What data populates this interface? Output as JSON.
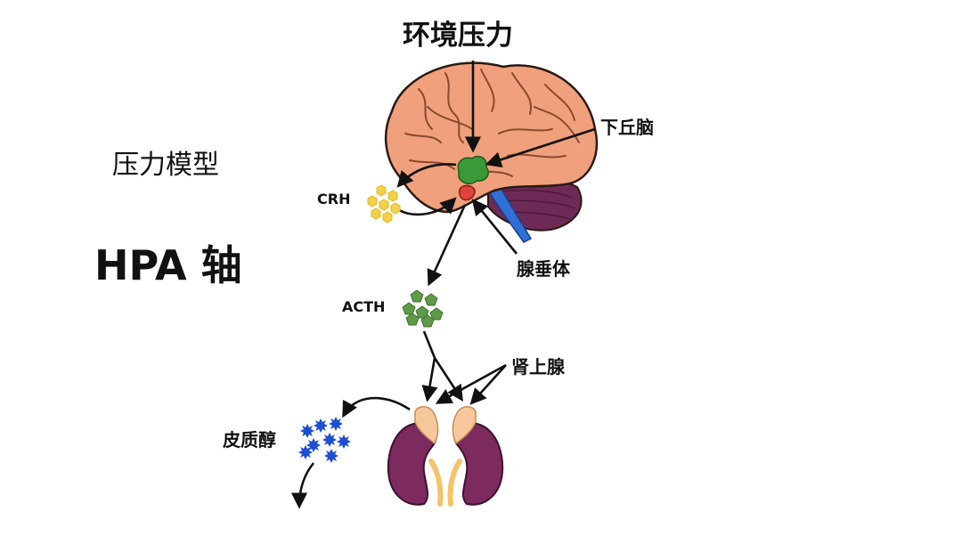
{
  "title": "环境压力",
  "subtitle": "压力模型",
  "heading": "HPA 轴",
  "labels": {
    "hypothalamus": "下丘脑",
    "crh": "CRH",
    "pituitary": "腺垂体",
    "acth": "ACTH",
    "adrenal": "肾上腺",
    "cortisol": "皮质醇"
  },
  "colors": {
    "brain": "#f0a07c",
    "brain_stroke": "#2a1a14",
    "cerebellum": "#6e2a57",
    "brainstem": "#2f6fd6",
    "hypothalamus": "#3a9a3a",
    "pituitary": "#e0433a",
    "crh_molecule": "#f2d24a",
    "acth_molecule": "#5f9a47",
    "cortisol_molecule": "#1f4fd0",
    "kidney": "#7d2a5e",
    "adrenal_gland": "#f6c79a"
  },
  "icons": {
    "crh": "hexagon-molecule-cluster",
    "acth": "pentagon-molecule-cluster",
    "cortisol": "star-molecule-cluster"
  }
}
